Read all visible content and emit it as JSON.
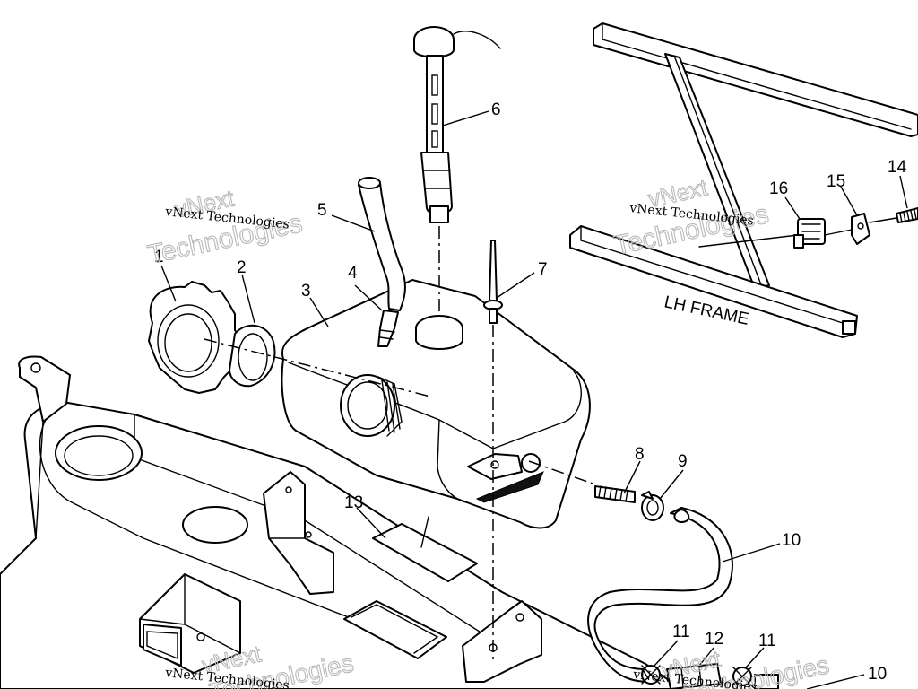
{
  "callouts": [
    {
      "id": "c1",
      "label": "1"
    },
    {
      "id": "c2",
      "label": "2"
    },
    {
      "id": "c3",
      "label": "3"
    },
    {
      "id": "c4",
      "label": "4"
    },
    {
      "id": "c5",
      "label": "5"
    },
    {
      "id": "c6",
      "label": "6"
    },
    {
      "id": "c7",
      "label": "7"
    },
    {
      "id": "c8",
      "label": "8"
    },
    {
      "id": "c9",
      "label": "9"
    },
    {
      "id": "c10a",
      "label": "10"
    },
    {
      "id": "c10b",
      "label": "10"
    },
    {
      "id": "c11a",
      "label": "11"
    },
    {
      "id": "c11b",
      "label": "11"
    },
    {
      "id": "c12",
      "label": "12"
    },
    {
      "id": "c13",
      "label": "13"
    },
    {
      "id": "c14",
      "label": "14"
    },
    {
      "id": "c15",
      "label": "15"
    },
    {
      "id": "c16",
      "label": "16"
    }
  ],
  "frame_label": "LH FRAME",
  "watermarks": [
    {
      "small": "vNext Technologies",
      "large_top": "vNext",
      "large_bottom": "Technologies"
    },
    {
      "small": "vNext Technologies",
      "large_top": "vNext",
      "large_bottom": "Technologies"
    },
    {
      "small": "vNext Technologies",
      "large_top": "vNext",
      "large_bottom": "Technologies"
    },
    {
      "small": "vNext Technologies",
      "large_top": "vNext",
      "large_bottom": "Technologies"
    }
  ]
}
